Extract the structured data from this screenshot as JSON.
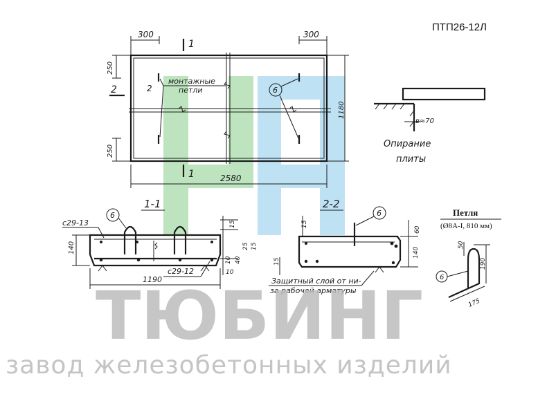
{
  "title": "ПТП26-12Л",
  "plan": {
    "dim_top_left": "300",
    "dim_top_right": "300",
    "section_mark_top": "1",
    "section_mark_bottom": "1",
    "section_mark_left": "2",
    "dim_left_top": "250",
    "dim_left_bottom": "250",
    "dim_right": "1180",
    "dim_bottom": "2580",
    "callout_2": "2",
    "loops_label_line1": "монтажные",
    "loops_label_line2": "петли",
    "callout_6": "6"
  },
  "support": {
    "dim": "в≈70",
    "caption_line1": "Опирание",
    "caption_line2": "плиты"
  },
  "section_1_1": {
    "label": "1-1",
    "mark_top": "с29-13",
    "mark_bottom": "с29-12",
    "callout": "6",
    "dim_height": "140",
    "dim_width": "1190",
    "dim_15": "15",
    "dim_25": "25",
    "dim_15b": "15",
    "dim_10": "10",
    "dim_40": "40",
    "dim_10b": "10"
  },
  "section_2_2": {
    "label": "2-2",
    "callout": "6",
    "dim_15": "15",
    "dim_60": "60",
    "dim_140": "140",
    "dim_15b": "15",
    "note_line1": "Защитный слой от ни-",
    "note_line2": "за рабочей арматуры"
  },
  "loop_detail": {
    "title": "Петля",
    "spec": "(Ø8А-I, 810 мм)",
    "dim_50": "50",
    "dim_190": "190",
    "dim_175": "175",
    "callout": "6"
  },
  "watermark": {
    "brand": "ТЮБИНГ",
    "tagline": "завод железобетонных изделий",
    "colors": {
      "green": "#9ed9a0",
      "blue": "#9fd3ef"
    }
  }
}
